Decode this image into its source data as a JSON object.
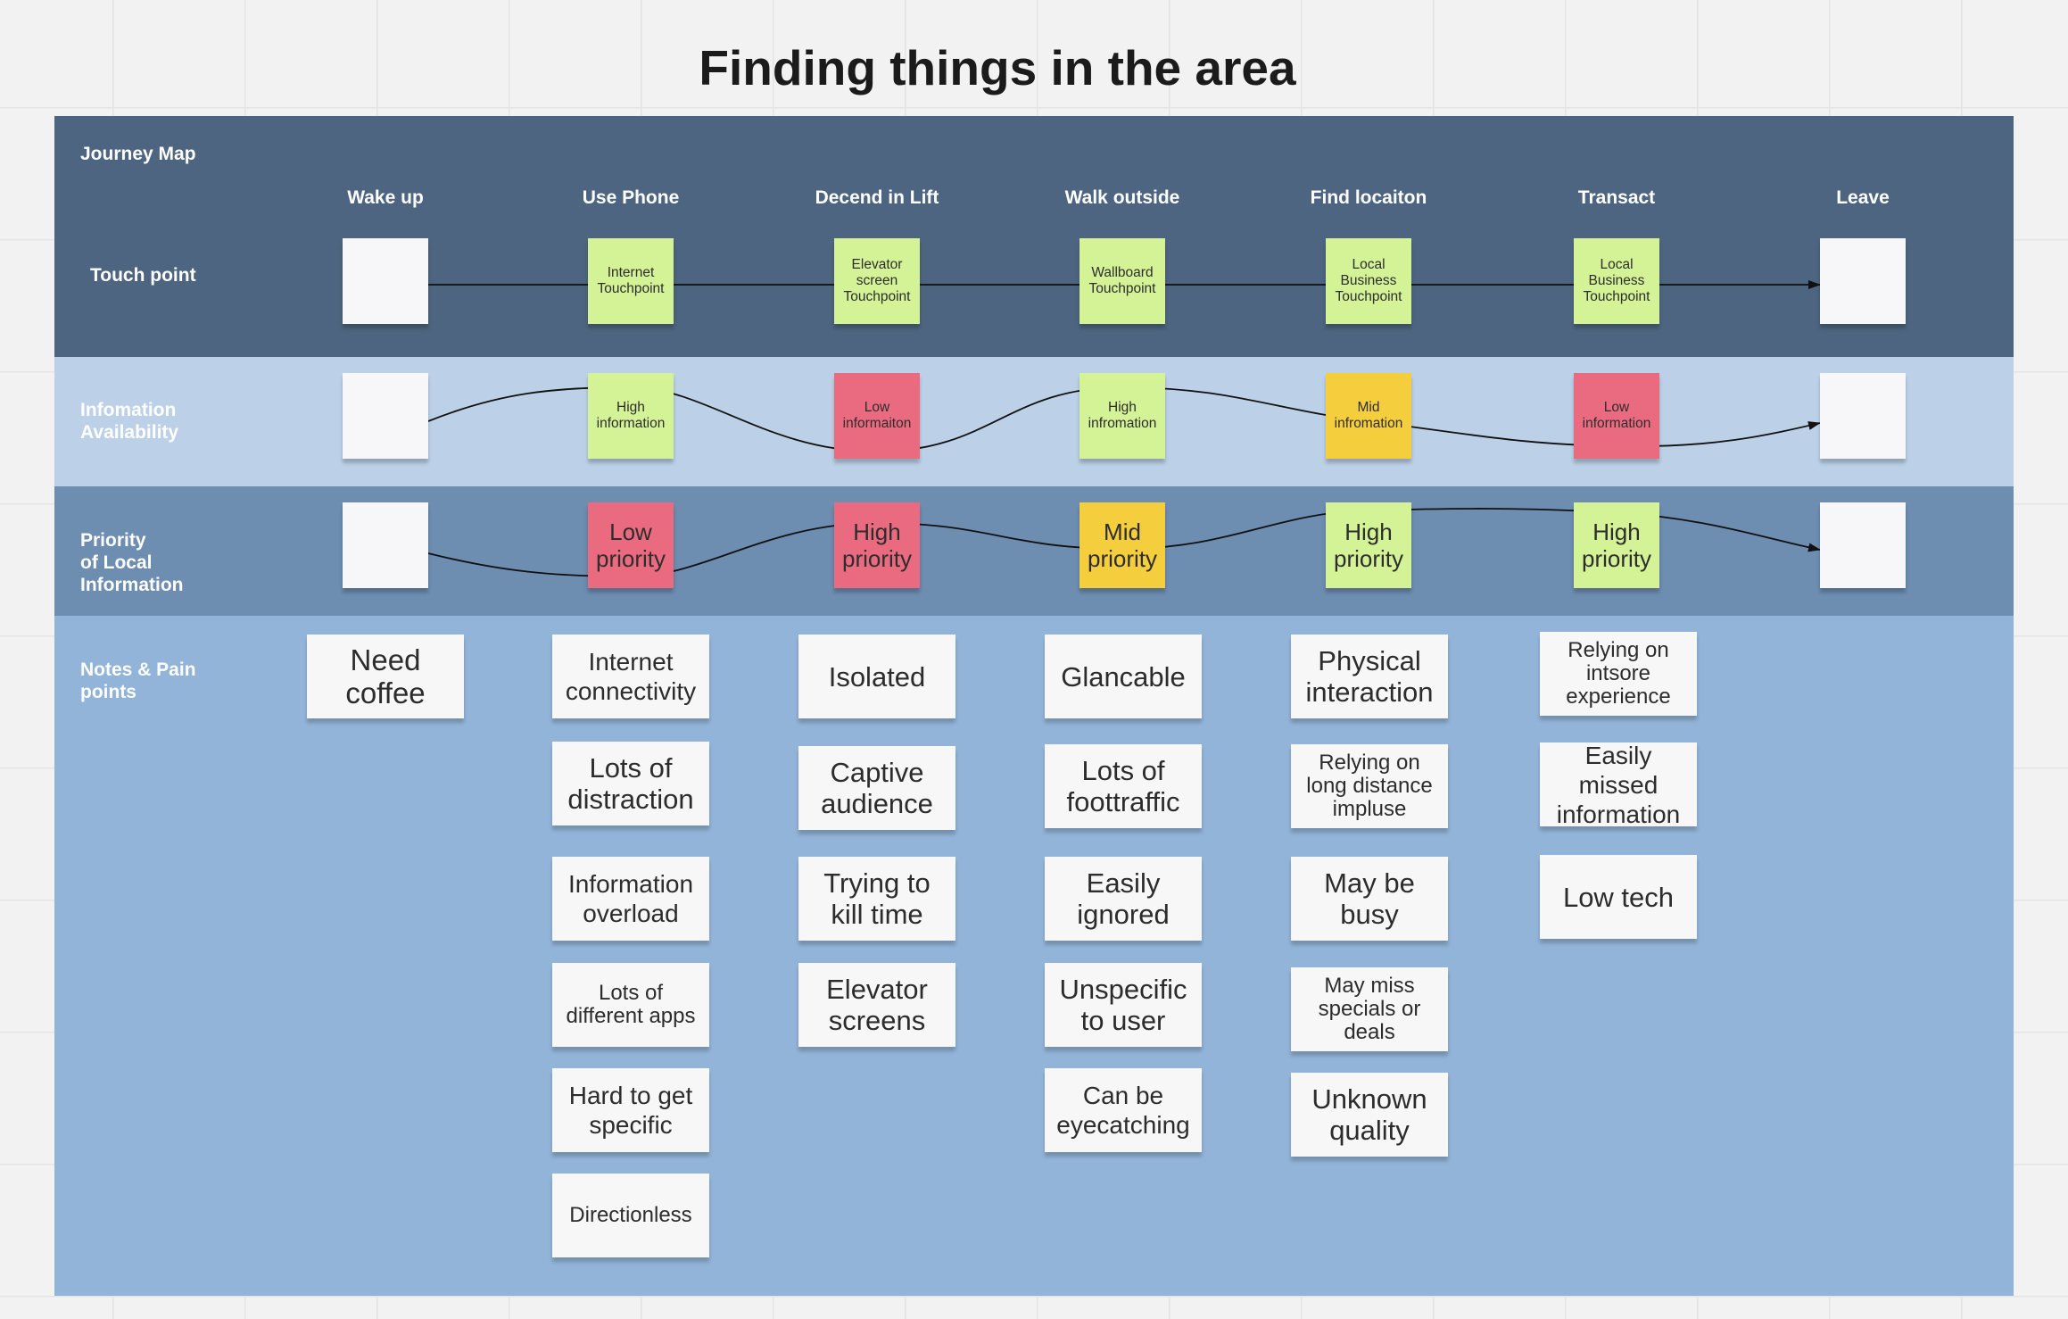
{
  "title": "Finding things in the area",
  "board": {
    "heading": "Journey Map",
    "rows": {
      "touch": "Touch point",
      "info": "Infomation\nAvailability",
      "priority": "Priority\nof Local\nInformation",
      "notes": "Notes & Pain\npoints"
    }
  },
  "stages": [
    {
      "name": "Wake up",
      "touch": "",
      "info": "",
      "priority": "",
      "notes": [
        "Need\ncoffee"
      ]
    },
    {
      "name": "Use Phone",
      "touch": "Internet\nTouchpoint",
      "info": "High\ninformation",
      "priority": "Low\npriority",
      "notes": [
        "Internet\nconnectivity",
        "Lots of\ndistraction",
        "Information\noverload",
        "Lots of\ndifferent apps",
        "Hard to get\nspecific",
        "Directionless"
      ]
    },
    {
      "name": "Decend in Lift",
      "touch": "Elevator\nscreen\nTouchpoint",
      "info": "Low\ninformaiton",
      "priority": "High\npriority",
      "notes": [
        "Isolated",
        "Captive\naudience",
        "Trying to\nkill time",
        "Elevator\nscreens"
      ]
    },
    {
      "name": "Walk outside",
      "touch": "Wallboard\nTouchpoint",
      "info": "High\ninfromation",
      "priority": "Mid\npriority",
      "notes": [
        "Glancable",
        "Lots of\nfoottraffic",
        "Easily\nignored",
        "Unspecific\nto user",
        "Can be\neyecatching"
      ]
    },
    {
      "name": "Find locaiton",
      "touch": "Local\nBusiness\nTouchpoint",
      "info": "Mid\ninfromation",
      "priority": "High\npriority",
      "notes": [
        "Physical\ninteraction",
        "Relying on\nlong distance\nimpluse",
        "May be\nbusy",
        "May miss\nspecials or\ndeals",
        "Unknown\nquality"
      ]
    },
    {
      "name": "Transact",
      "touch": "Local\nBusiness\nTouchpoint",
      "info": "Low\ninformation",
      "priority": "High\npriority",
      "notes": [
        "Relying on\nintsore\nexperience",
        "Easily missed\ninformation",
        "Low tech"
      ]
    },
    {
      "name": "Leave",
      "touch": "",
      "info": "",
      "priority": "",
      "notes": []
    }
  ],
  "sticky_colors": {
    "white": "#f7f7fa",
    "green": "#d4f296",
    "red": "#ea6b80",
    "yellow": "#f5ce3e"
  },
  "band_colors": {
    "touch": "#4d6580",
    "info": "#bcd1e8",
    "priority": "#6d8db1",
    "notes": "#92b4d8"
  }
}
